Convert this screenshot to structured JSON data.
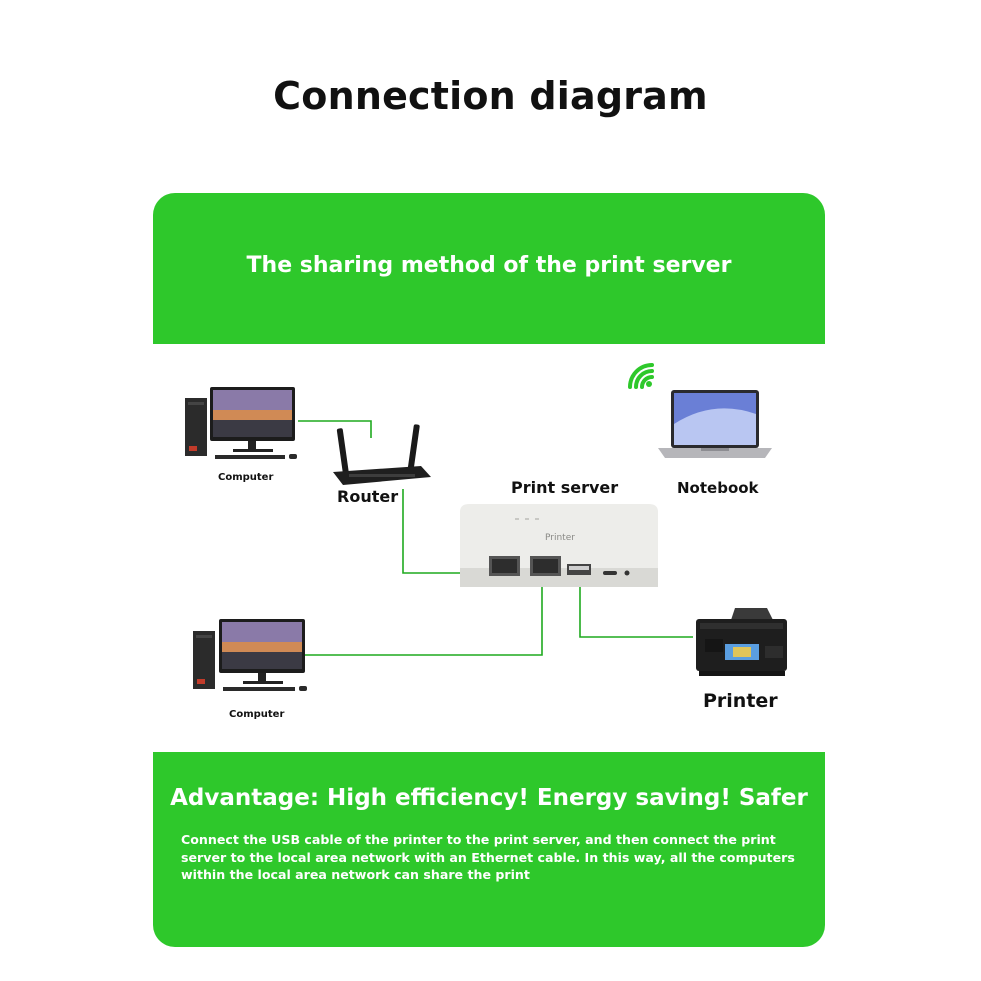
{
  "title": "Connection diagram",
  "card": {
    "heading": "The sharing method of the print server",
    "labels": {
      "computer_top": "Computer",
      "router": "Router",
      "print_server": "Print server",
      "notebook": "Notebook",
      "computer_bottom": "Computer",
      "printer": "Printer",
      "device_brand": "Printer"
    },
    "advantage": "Advantage: High efficiency! Energy saving! Safer",
    "description": "Connect the USB cable of the printer to the print server, and then connect the print server to the local area network with an Ethernet cable. In this way, all the computers within the local area network can share the print"
  },
  "colors": {
    "accent_green": "#2ec82b",
    "cable_green": "#1faa1f",
    "background": "#ffffff"
  },
  "icons": [
    "desktop-computer-icon",
    "router-icon",
    "wifi-icon",
    "laptop-icon",
    "print-server-icon",
    "printer-icon"
  ]
}
